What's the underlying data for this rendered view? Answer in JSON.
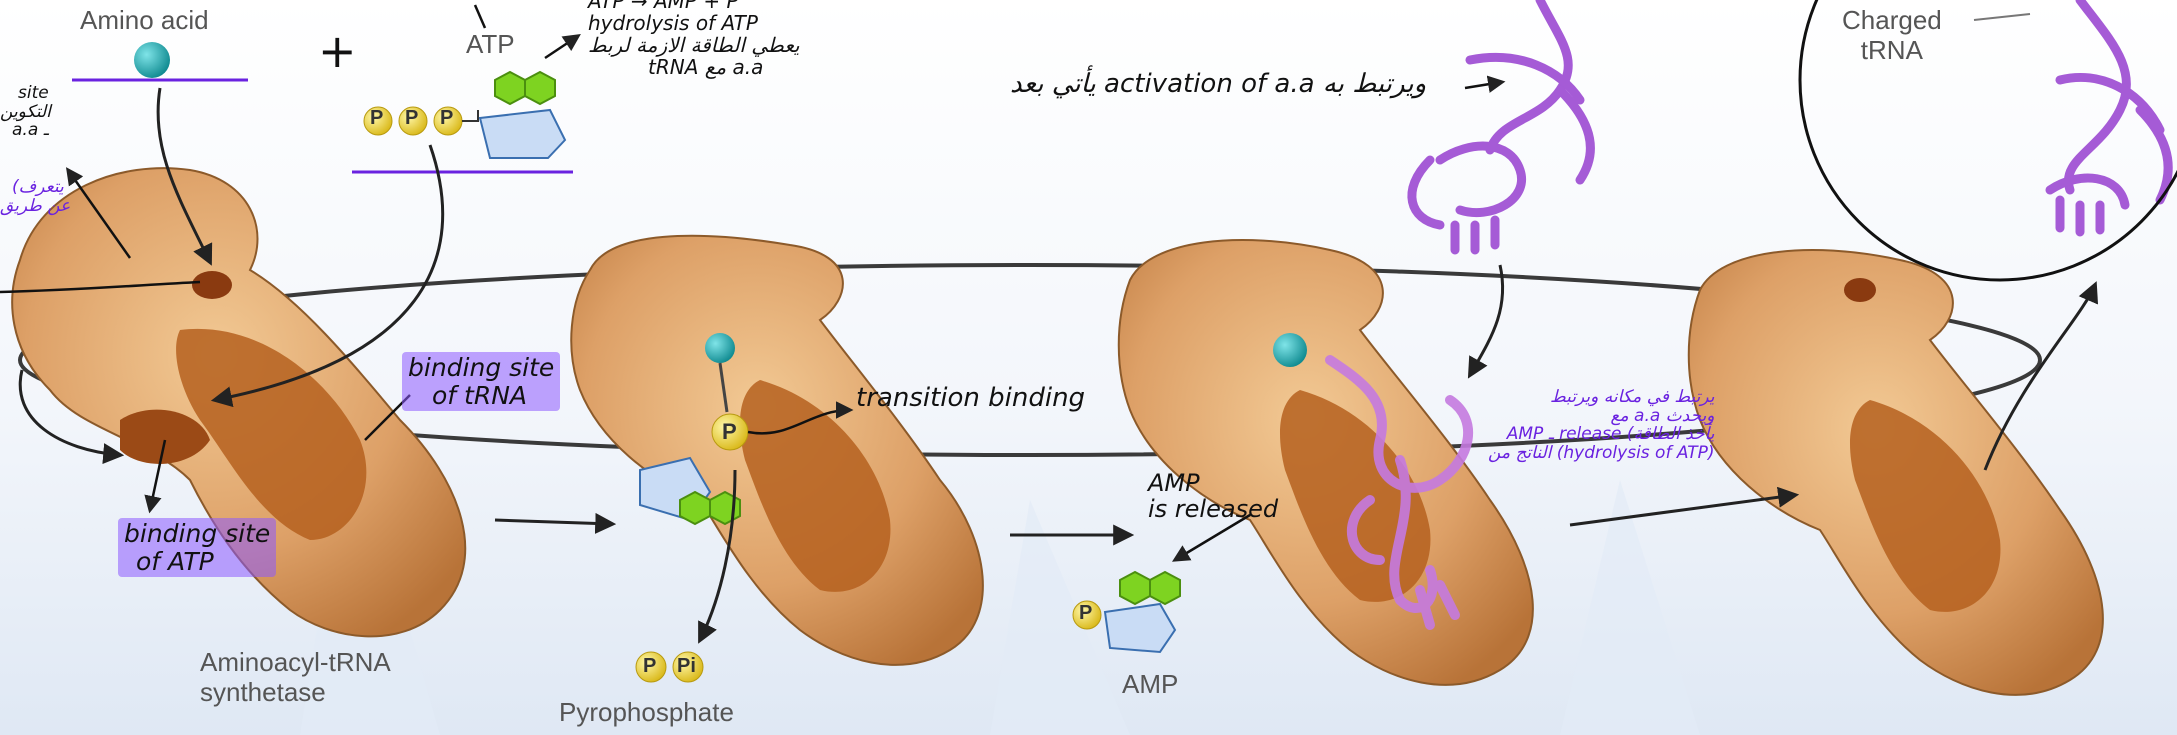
{
  "printed_labels": {
    "amino_acid": "Amino acid",
    "atp": "ATP",
    "ppp": [
      "P",
      "P",
      "P"
    ],
    "enzyme_line1": "Aminoacyl-tRNA",
    "enzyme_line2": "synthetase",
    "pp_label": "Pyrophosphate",
    "ppi": [
      "P",
      "Pi"
    ],
    "amp_label": "AMP",
    "amp_p": "P",
    "p_bound": "P",
    "charged_line1": "Charged",
    "charged_line2": "tRNA"
  },
  "handwritten": {
    "plus": "+",
    "atp_note": [
      "ATP → AMP + P",
      "hydrolysis of ATP",
      "يعطي الطاقة الازمة لربط",
      "tRNA مع a.a"
    ],
    "left_top_note": [
      "site",
      "التكوين",
      "a.a ـ"
    ],
    "left_purple_note": [
      "(يتعرف",
      "عن طريق"
    ],
    "binding_site_trna": [
      "binding site",
      "of tRNA"
    ],
    "binding_site_atp": [
      "binding site",
      "of ATP"
    ],
    "transition_binding": "transition binding",
    "activation_note": "يأتي بعد activation of a.a ويرتبط به",
    "amp_released": [
      "AMP",
      "is released"
    ],
    "purple_release_note": [
      "يرتبط في مكانه ويرتبط",
      "مع a.a ويحدث",
      "AMP ـ release (يأخذ الطاقة",
      "الناتج من (hydrolysis of ATP)"
    ]
  },
  "colors": {
    "enzyme": "#d9a06a",
    "enzyme_dark": "#a8531a",
    "amino_acid": "#1fa3a8",
    "phosphate": "#f2dd3c",
    "adenine": "#7ed321",
    "ribose": "#c9dcf5",
    "trna": "#a55bd6",
    "ink": "#111111",
    "purple_ink": "#6a22e0",
    "highlight": "#8c5aff"
  }
}
